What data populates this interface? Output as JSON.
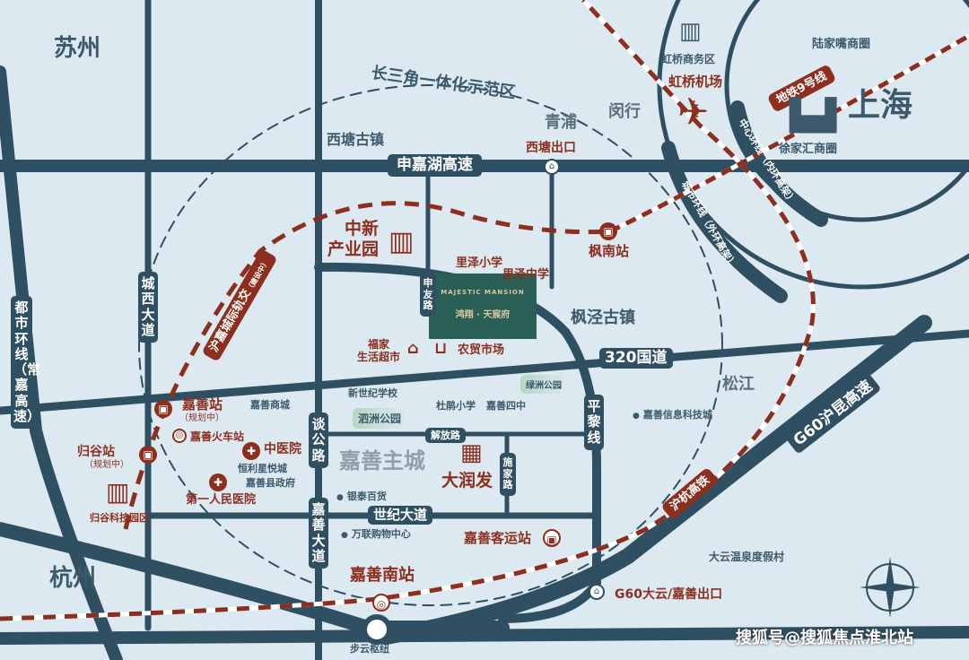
{
  "colors": {
    "background": "#dce9f0",
    "road": "#2f4f62",
    "accent": "#8c2f1e",
    "project": "#2a5f55"
  },
  "regions": {
    "suzhou": "苏州",
    "hangzhou": "杭州",
    "shanghai": "上海",
    "qingpu": "青浦",
    "minhang": "闵行",
    "songjiang": "松江",
    "demo_zone": "长三角一体化示范区"
  },
  "roads": {
    "shenjiahu": "申嘉湖高速",
    "g320": "320国道",
    "shiji": "世纪大道",
    "jiefang": "解放路",
    "tangong": "谈公路",
    "jiashan_ave": "嘉善大道",
    "chengxi": "城西大道",
    "shenyou": "申友路",
    "pingli": "平黎线",
    "shijia": "施家路",
    "dushi": "都市环线（常嘉高速）",
    "g60": "G60沪昆高速",
    "inner_ring": "中心环线（内环高架）",
    "outer_ring": "城市环线（外环高架）"
  },
  "transit": {
    "metro9": "地铁9号线",
    "hujia_rail": "沪嘉城际轨交",
    "hujia_rail_note": "（建设中）",
    "hsr": "沪杭高铁",
    "fengnan": "枫南站",
    "jiashan_station": "嘉善站",
    "planning": "（规划中）",
    "jiashan_train": "嘉善火车站",
    "guigu_station": "归谷站",
    "jiashan_south": "嘉善南站",
    "bus_station": "嘉善客运站",
    "hongqiao_airport": "虹桥机场",
    "buyun": "步云枢纽"
  },
  "exits": {
    "xitang": "西塘出口",
    "g60": "G60大云/嘉善出口"
  },
  "pois": {
    "xitang_town": "西塘古镇",
    "fengjing_town": "枫泾古镇",
    "zhongxin_park": "中新\n产业园",
    "lize_primary": "里泽小学",
    "lize_middle": "里泽中学",
    "fujia": "福家\n生活超市",
    "market": "农贸市场",
    "xinshiji_school": "新世纪学校",
    "dupeng": "杜鹃小学",
    "jiashan4": "嘉善四中",
    "lvzhou": "绿洲公园",
    "sizhou": "泗洲公园",
    "jiashan_mall": "嘉善商城",
    "info_park": "嘉善信息科技城",
    "tcm": "中医院",
    "hengli": "恒利星悦城",
    "gov": "嘉善县政府",
    "hospital1": "第一人民医院",
    "yintai": "银泰百货",
    "wanlian": "万联购物中心",
    "main_city": "嘉善主城",
    "darunfa": "大润发",
    "guigu_park": "归谷科技园区",
    "dayun_resort": "大云温泉度假村",
    "hongqiao_cbd": "虹桥商务区",
    "lujiazui": "陆家嘴商圈",
    "xujiahui": "徐家汇商圈"
  },
  "project": {
    "en": "MAJESTIC MANSION",
    "cn": "鸿翔 · 天宸府"
  },
  "watermark": "搜狐号@搜狐焦点淮北站"
}
